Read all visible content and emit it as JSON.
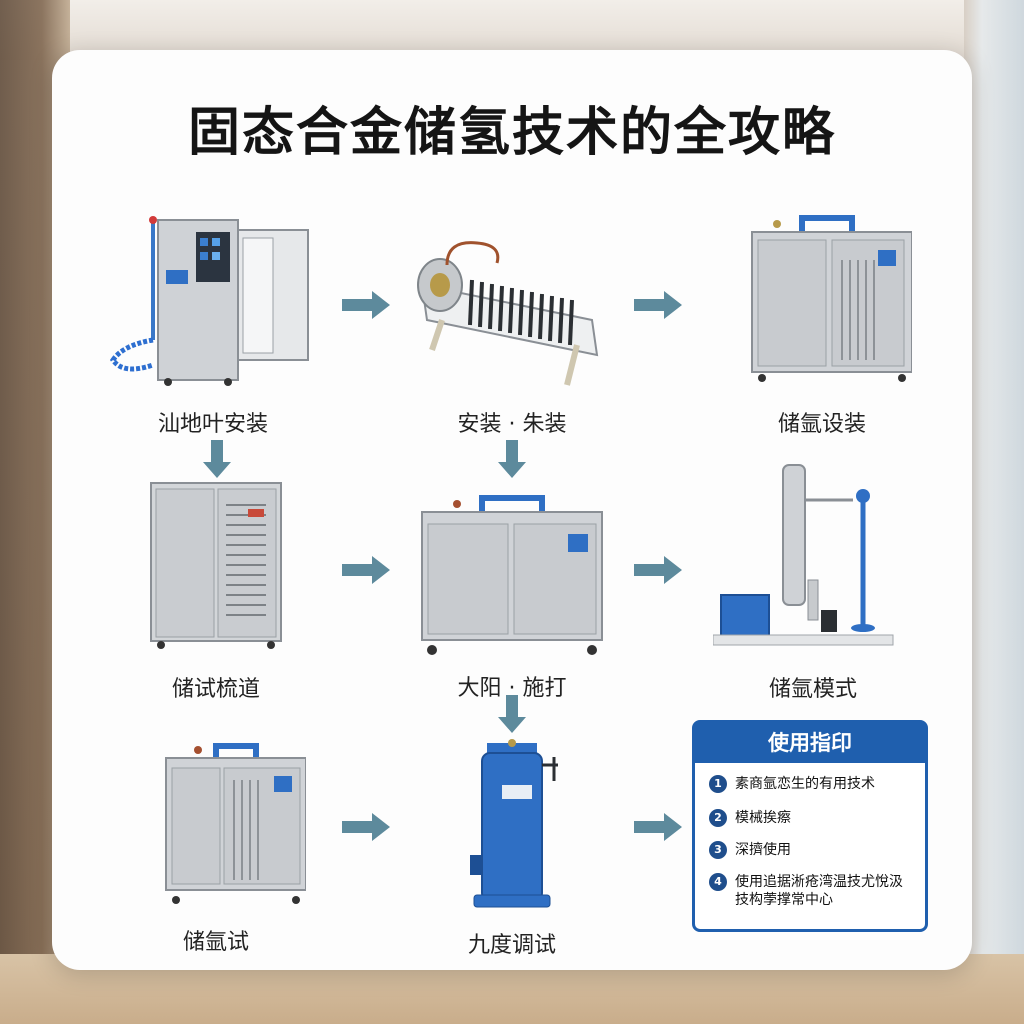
{
  "title": "固态合金储氢技术的全攻略",
  "steps": [
    {
      "label": "汕地叶安装"
    },
    {
      "label": "安装 · 朱装"
    },
    {
      "label": "储氩设装"
    },
    {
      "label": "储试梳道"
    },
    {
      "label": "大阳 · 施打"
    },
    {
      "label": "储氩模式"
    },
    {
      "label": "储氩试"
    },
    {
      "label": "九度调试"
    }
  ],
  "guide": {
    "title": "使用指印",
    "items": [
      {
        "num": "1",
        "text": "素商氩恋生的有用技术"
      },
      {
        "num": "2",
        "text": "模械挨瘵"
      },
      {
        "num": "3",
        "text": "深擠使用"
      },
      {
        "num": "4",
        "text": "使用追据淅疮湾温技尤悅汲技构荸撑常中心"
      }
    ]
  },
  "colors": {
    "arrow": "#5d8a9c",
    "guide_blue": "#1f5fae",
    "cabinet": "#c9ccd0",
    "tank_blue": "#2f6fc4"
  }
}
